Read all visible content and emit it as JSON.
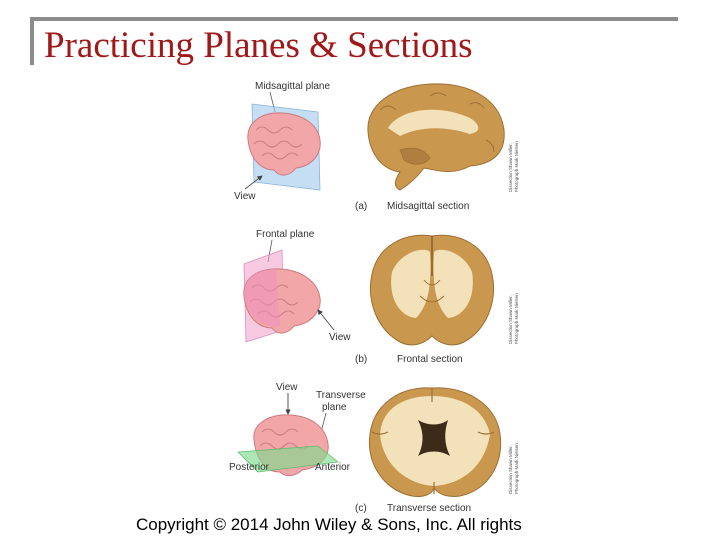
{
  "slide": {
    "title": "Practicing Planes & Sections",
    "copyright": "Copyright © 2014 John Wiley & Sons, Inc. All rights"
  },
  "figure": {
    "panel_a": {
      "plane_label": "Midsagittal plane",
      "view_label": "View",
      "letter": "(a)",
      "section_label": "Midsagittal section",
      "credit_line1": "Dissection Shawn Miller,",
      "credit_line2": "Photograph Mark Nielsen"
    },
    "panel_b": {
      "plane_label": "Frontal plane",
      "view_label": "View",
      "letter": "(b)",
      "section_label": "Frontal section",
      "credit_line1": "Dissection Shawn Miller,",
      "credit_line2": "Photograph Mark Nielsen"
    },
    "panel_c": {
      "view_label": "View",
      "plane_label_line1": "Transverse",
      "plane_label_line2": "plane",
      "posterior_label": "Posterior",
      "anterior_label": "Anterior",
      "letter": "(c)",
      "section_label": "Transverse section",
      "credit_line1": "Dissection Shawn Miller,",
      "credit_line2": "Photograph Mark Nielsen"
    }
  },
  "colors": {
    "title": "#a01818",
    "brain_pink": "#f2a6a8",
    "section_tan": "#c9974e",
    "section_light": "#f3e1ba",
    "midsagittal_plane": "#9fc8ec",
    "frontal_plane": "#f2a7cf",
    "transverse_plane": "#7fdc8e"
  }
}
